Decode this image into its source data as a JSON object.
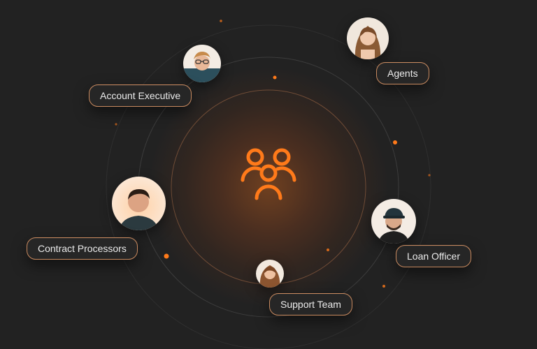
{
  "colors": {
    "background": "#222222",
    "accent": "#ff7a1a",
    "pill_border": "#c98a5f",
    "pill_text": "#ececec"
  },
  "center": {
    "icon": "team-icon"
  },
  "roles": [
    {
      "id": "account-executive",
      "label": "Account Executive",
      "avatar_icon": "man-with-glasses-avatar"
    },
    {
      "id": "agents",
      "label": "Agents",
      "avatar_icon": "woman-avatar"
    },
    {
      "id": "contract-processors",
      "label": "Contract Processors",
      "avatar_icon": "man-avatar"
    },
    {
      "id": "loan-officer",
      "label": "Loan Officer",
      "avatar_icon": "man-with-cap-avatar"
    },
    {
      "id": "support-team",
      "label": "Support Team",
      "avatar_icon": "woman-with-curly-hair-avatar"
    }
  ]
}
